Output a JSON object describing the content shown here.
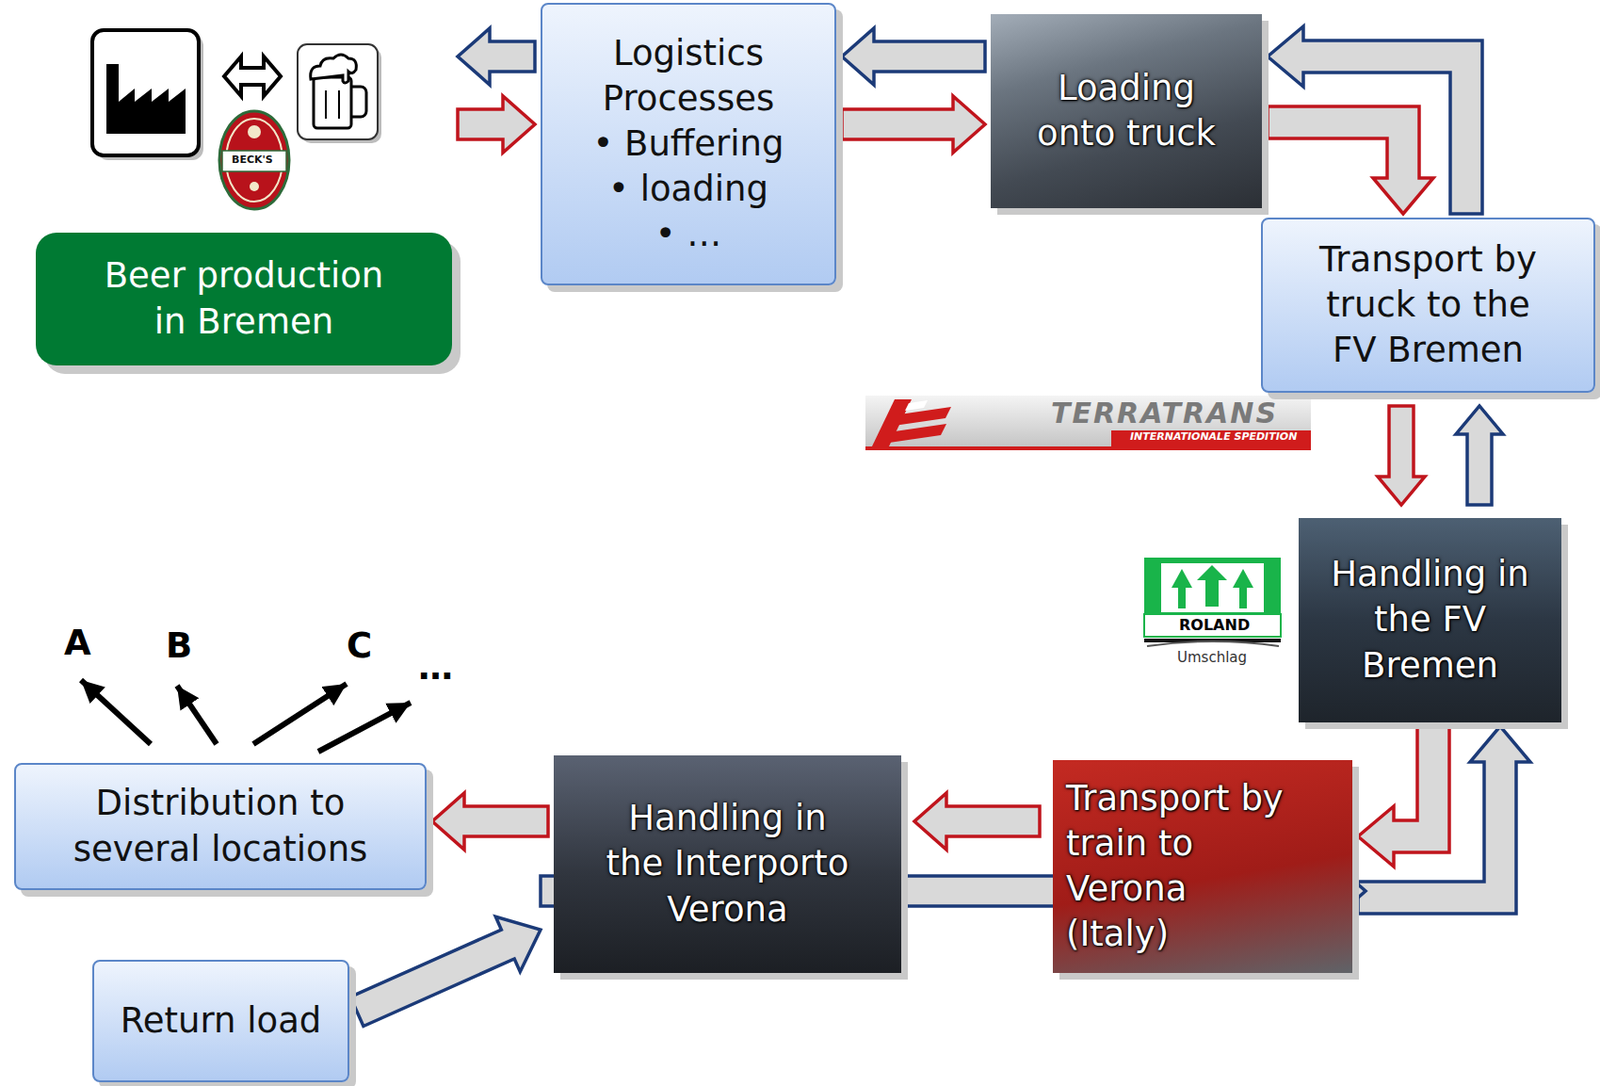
{
  "diagram": {
    "nodes": [
      {
        "text": [
          "Beer production in Bremen"
        ]
      },
      {
        "text": [
          "Logistics Processes",
          "• Buffering",
          "• loading",
          "• …"
        ]
      },
      {
        "text": [
          "Loading onto truck"
        ]
      },
      {
        "text": [
          "Transport by truck to the FV Bremen"
        ]
      },
      {
        "text": [
          "Handling in the FV Bremen"
        ]
      },
      {
        "text": [
          "Transport by train to Verona (Italy)"
        ]
      },
      {
        "text": [
          "Handling in the Interporto Verona"
        ]
      },
      {
        "text": [
          "Distribution to several locations"
        ]
      },
      {
        "text": [
          "Return load"
        ]
      }
    ],
    "edges": [
      {
        "from": 0,
        "to": 1,
        "arrow": "to"
      },
      {
        "from": 1,
        "to": 0,
        "arrow": "to"
      },
      {
        "from": 1,
        "to": 2,
        "arrow": "to"
      },
      {
        "from": 2,
        "to": 1,
        "arrow": "to"
      },
      {
        "from": 2,
        "to": 3,
        "arrow": "to"
      },
      {
        "from": 3,
        "to": 2,
        "arrow": "to"
      },
      {
        "from": 3,
        "to": 4,
        "arrow": "to"
      },
      {
        "from": 4,
        "to": 3,
        "arrow": "to"
      },
      {
        "from": 4,
        "to": 5,
        "arrow": "to"
      },
      {
        "from": 5,
        "to": 4,
        "arrow": "to"
      },
      {
        "from": 5,
        "to": 6,
        "arrow": "to"
      },
      {
        "from": 6,
        "to": 5,
        "arrow": "to"
      },
      {
        "from": 6,
        "to": 7,
        "arrow": "to"
      },
      {
        "from": 8,
        "to": 6,
        "arrow": "to"
      }
    ],
    "labels": [
      "A",
      "B",
      "C",
      "…",
      "TERRATRANS",
      "INTERNATIONALE SPEDITION",
      "ROLAND",
      "Umschlag",
      "BECK'S"
    ]
  }
}
